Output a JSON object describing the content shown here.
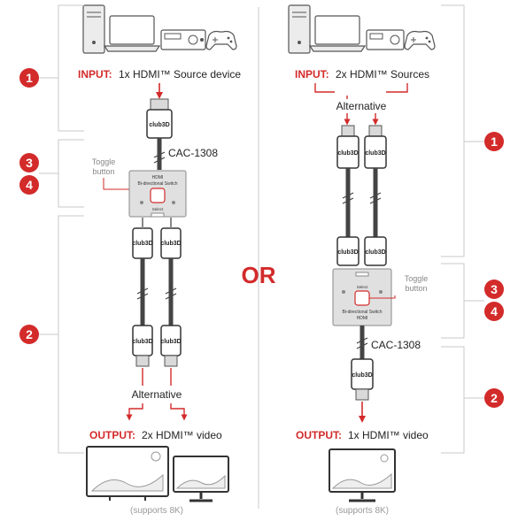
{
  "colors": {
    "accent": "#d32a2a",
    "text": "#222222",
    "muted": "#999999"
  },
  "divider_text": "OR",
  "left": {
    "input_label": "INPUT:",
    "input_text": "1x HDMI™ Source device",
    "model": "CAC-1308",
    "toggle_label_1": "Toggle",
    "toggle_label_2": "button",
    "switch_line1": "HDMI",
    "switch_line2": "Bi-directional Switch",
    "switch_button_label": "Select",
    "alternative": "Alternative",
    "output_label": "OUTPUT:",
    "output_text": "2x HDMI™ video",
    "support": "(supports 8K)",
    "badges": [
      "1",
      "3",
      "4",
      "2"
    ],
    "connector_logo": "club3D"
  },
  "right": {
    "input_label": "INPUT:",
    "input_text": "2x HDMI™ Sources",
    "alternative": "Alternative",
    "model": "CAC-1308",
    "toggle_label_1": "Toggle",
    "toggle_label_2": "button",
    "switch_line1": "HDMI",
    "switch_line2": "Bi-directional Switch",
    "switch_button_label": "Select",
    "output_label": "OUTPUT:",
    "output_text": "1x HDMI™ video",
    "support": "(supports 8K)",
    "badges": [
      "1",
      "3",
      "4",
      "2"
    ],
    "connector_logo": "club3D"
  },
  "icons": {
    "source_devices": [
      "desktop-tower-icon",
      "laptop-icon",
      "av-receiver-icon",
      "gamepad-icon"
    ],
    "displays": [
      "tv-icon",
      "monitor-icon"
    ]
  }
}
